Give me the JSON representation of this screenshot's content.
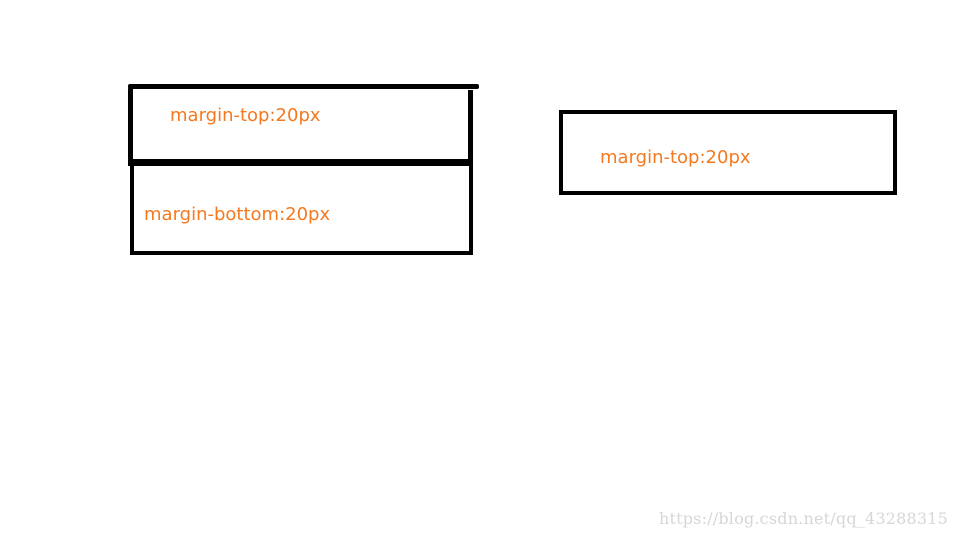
{
  "diagram": {
    "top_box_label": "margin-top:20px",
    "bottom_box_label": "margin-bottom:20px",
    "right_box_label": "margin-top:20px"
  },
  "watermark": "https://blog.csdn.net/qq_43288315",
  "colors": {
    "label_color": "#f47920",
    "line_color": "#000000",
    "watermark_color": "#d6d6d6"
  }
}
